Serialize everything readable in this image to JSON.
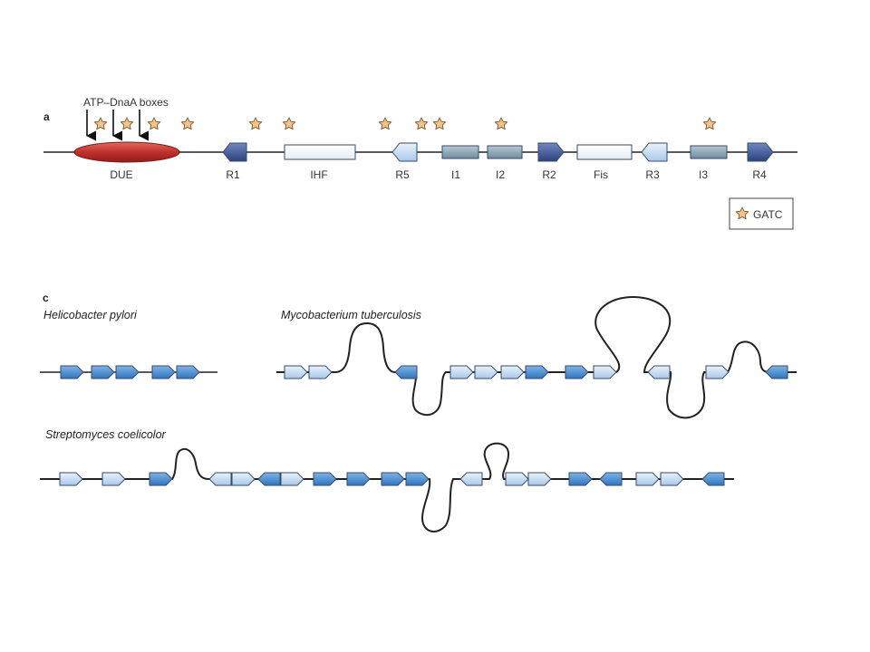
{
  "panel_a": {
    "label": "a",
    "atp_label": "ATP–DnaA boxes",
    "elements": {
      "due": "DUE",
      "r1": "R1",
      "ihf": "IHF",
      "r5": "R5",
      "i1": "I1",
      "i2": "I2",
      "r2": "R2",
      "fis": "Fis",
      "r3": "R3",
      "i3": "I3",
      "r4": "R4"
    },
    "legend": {
      "label": "GATC"
    }
  },
  "panel_c": {
    "label": "c",
    "species": {
      "helicobacter": "Helicobacter pylori",
      "mycobacterium": "Mycobacterium tuberculosis",
      "streptomyces": "Streptomyces coelicolor"
    }
  },
  "colors": {
    "due": "#c0302c",
    "dark_box": "#3f5a98",
    "medium_box": "#4a8fd0",
    "light_box": "#c7ddf3",
    "grey_box": "#8aa4b4",
    "white_box": "#ffffff",
    "star": "#f3c48a"
  }
}
